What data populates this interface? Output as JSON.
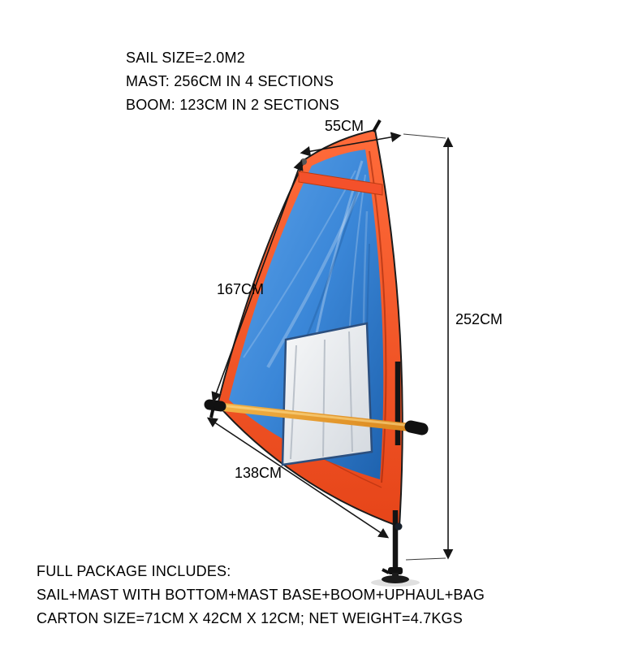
{
  "specs": {
    "sail_size": "SAIL SIZE=2.0M2",
    "mast": "MAST: 256CM IN 4 SECTIONS",
    "boom": "BOOM: 123CM IN 2 SECTIONS"
  },
  "dimensions": {
    "head_width": "55CM",
    "luff_length": "167CM",
    "total_height": "252CM",
    "foot_length": "138CM"
  },
  "package": {
    "title": "FULL PACKAGE INCLUDES:",
    "contents": "SAIL+MAST WITH BOTTOM+MAST BASE+BOOM+UPHAUL+BAG",
    "carton": "CARTON SIZE=71CM X 42CM X 12CM; NET WEIGHT=4.7KGS"
  },
  "colors": {
    "sail_trim": "#f2512c",
    "sail_body": "#2f7fd2",
    "window": "#eceef1",
    "boom": "#e89c22",
    "mast": "#141414",
    "text": "#000000"
  }
}
